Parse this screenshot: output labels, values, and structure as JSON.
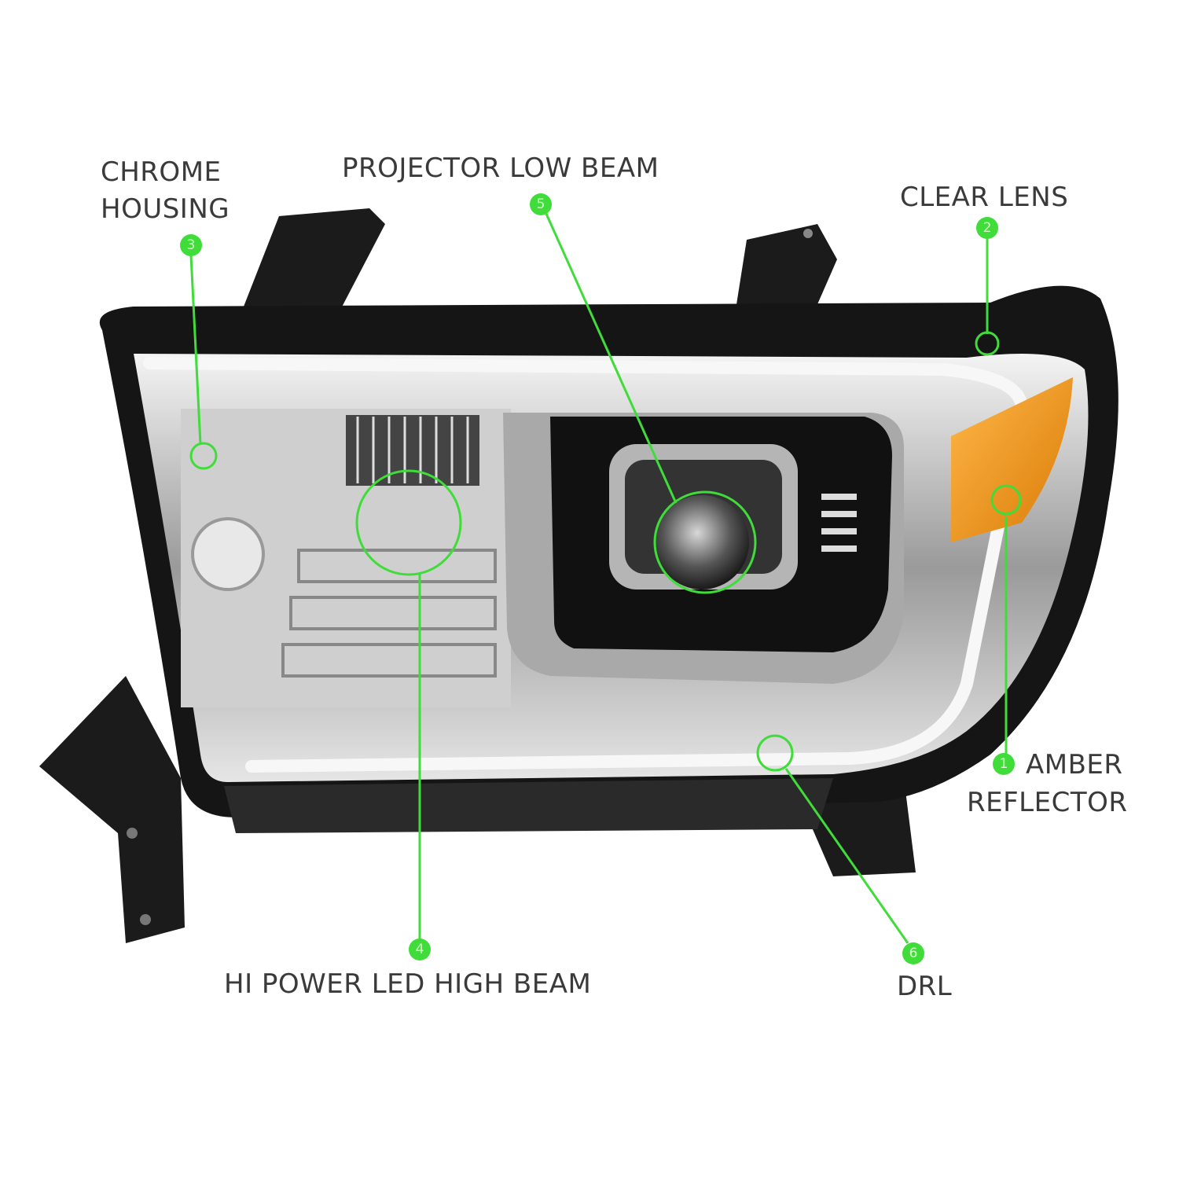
{
  "colors": {
    "accent": "#3fdc3a",
    "label": "#3a3a3a",
    "amber": "#f29a1c"
  },
  "callouts": [
    {
      "num": "1",
      "label_lines": [
        "AMBER",
        "REFLECTOR"
      ]
    },
    {
      "num": "2",
      "label_lines": [
        "CLEAR LENS"
      ]
    },
    {
      "num": "3",
      "label_lines": [
        "CHROME",
        "HOUSING"
      ]
    },
    {
      "num": "4",
      "label_lines": [
        "HI POWER LED HIGH BEAM"
      ]
    },
    {
      "num": "5",
      "label_lines": [
        "PROJECTOR LOW BEAM"
      ]
    },
    {
      "num": "6",
      "label_lines": [
        "DRL"
      ]
    }
  ]
}
